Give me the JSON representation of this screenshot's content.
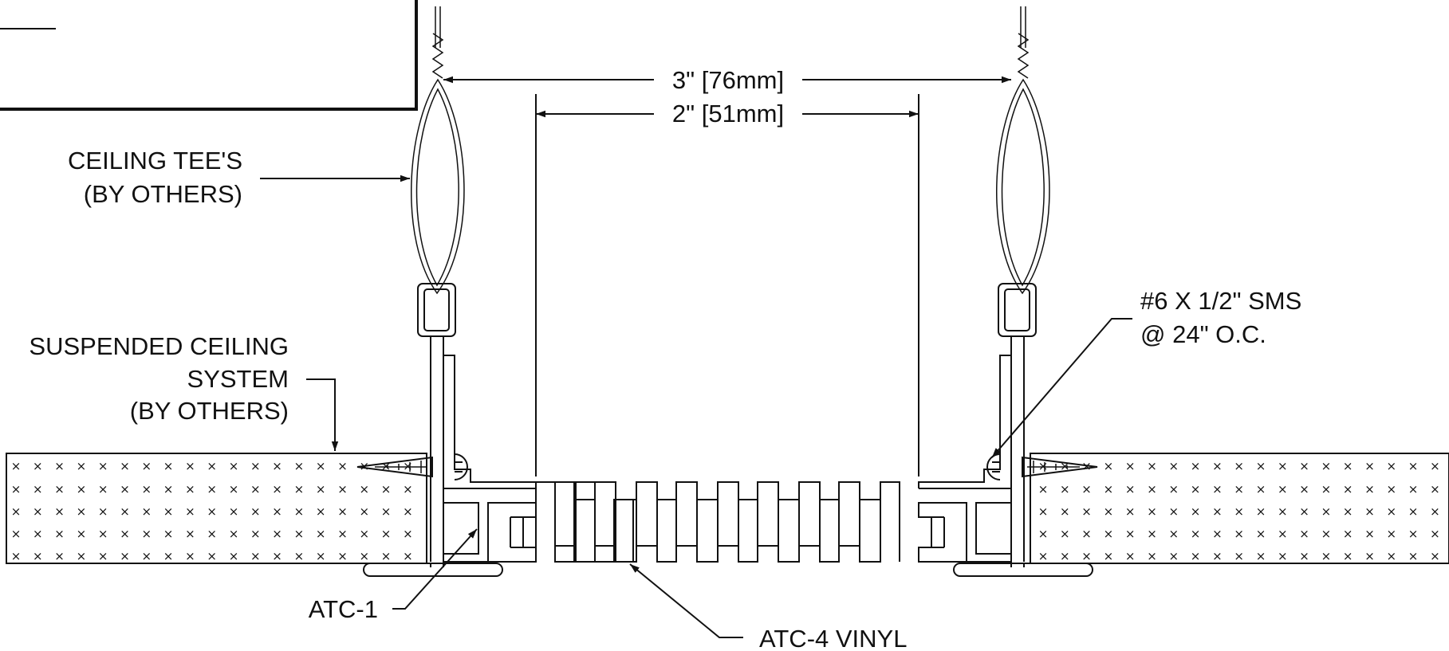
{
  "labels": {
    "dim_outer": "3\" [76mm]",
    "dim_inner": "2\" [51mm]",
    "ceiling_tees_line1": "CEILING TEE'S",
    "ceiling_tees_line2": "(BY OTHERS)",
    "suspended_line1": "SUSPENDED CEILING",
    "suspended_line2": "SYSTEM",
    "suspended_line3": "(BY OTHERS)",
    "screw_line1": "#6 X 1/2\" SMS",
    "screw_line2": "@ 24\" O.C.",
    "atc1": "ATC-1",
    "atc4": "ATC-4 VINYL"
  },
  "colors": {
    "line": "#111111",
    "background": "#ffffff"
  }
}
